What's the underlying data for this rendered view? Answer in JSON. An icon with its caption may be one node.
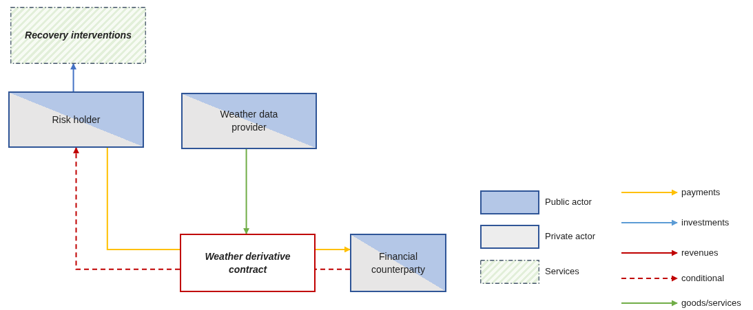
{
  "diagram": {
    "nodes": [
      {
        "text": [
          "Recovery interventions"
        ]
      },
      {
        "text": [
          "Risk holder"
        ]
      },
      {
        "text": [
          "Weather data provider"
        ]
      },
      {
        "text": [
          "Weather derivative contract"
        ]
      },
      {
        "text": [
          "Financial counterparty"
        ]
      }
    ],
    "edges": [
      {
        "from": 1,
        "to": 0,
        "arrow": "to",
        "color": "#4472c4"
      },
      {
        "from": 2,
        "to": 3,
        "arrow": "to",
        "color": "#70ad47"
      },
      {
        "from": 1,
        "to": 3,
        "arrow": "none",
        "color": "#ffc000"
      },
      {
        "from": 3,
        "to": 4,
        "arrow": "to",
        "color": "#ffc000"
      },
      {
        "from": 4,
        "to": 3,
        "arrow": "none",
        "style": "dashed",
        "color": "#c00000"
      },
      {
        "from": 3,
        "to": 1,
        "arrow": "to",
        "style": "dashed",
        "color": "#c00000"
      }
    ],
    "legend": [
      {
        "text": "Public actor",
        "color": "#b4c7e7"
      },
      {
        "text": "Private actor",
        "color": "#ededed"
      },
      {
        "text": "Services"
      },
      {
        "text": "payments"
      },
      {
        "text": "investments"
      },
      {
        "text": "revenues"
      },
      {
        "text": "conditional"
      },
      {
        "text": "goods/services"
      }
    ]
  }
}
